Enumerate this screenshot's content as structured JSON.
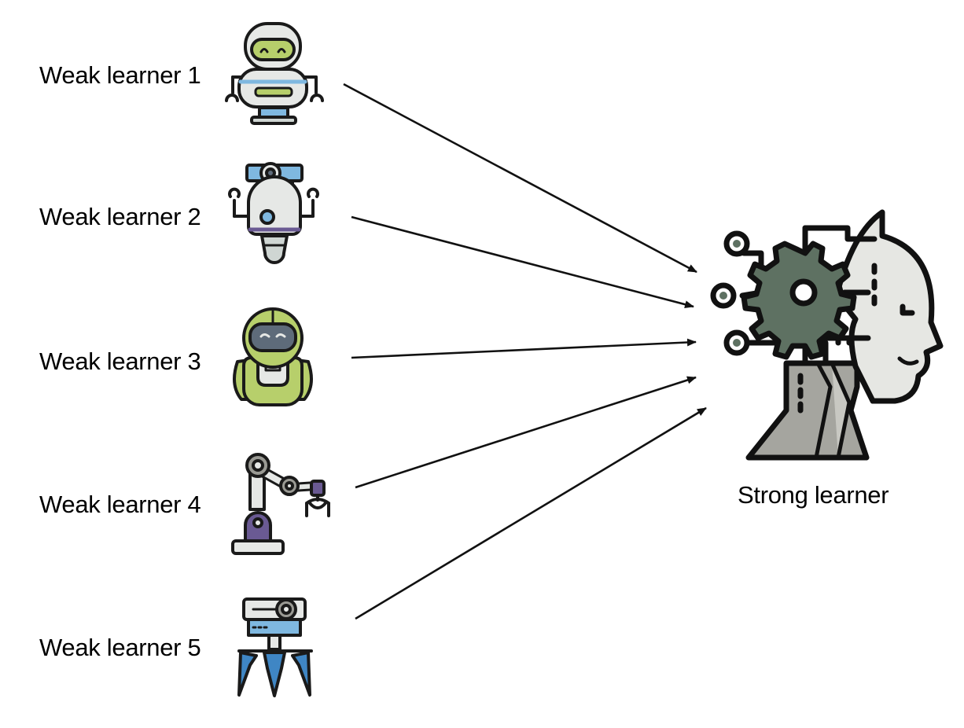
{
  "weak_learners": [
    {
      "label": "Weak learner 1",
      "icon": "robot-icon"
    },
    {
      "label": "Weak learner 2",
      "icon": "robot-eye-icon"
    },
    {
      "label": "Weak learner 3",
      "icon": "robot-round-icon"
    },
    {
      "label": "Weak learner 4",
      "icon": "robotic-arm-icon"
    },
    {
      "label": "Weak learner 5",
      "icon": "robotic-claw-icon"
    }
  ],
  "strong_learner": {
    "label": "Strong learner",
    "icon": "ai-head-gear-icon"
  },
  "colors": {
    "line": "#111111",
    "outline": "#1a1a1a",
    "light_blue": "#7fb8e0",
    "light_grey": "#e6e8e6",
    "lime": "#b7cf6b",
    "purple": "#6a5a93",
    "gear_green": "#5e7162",
    "grey": "#9a9a94"
  }
}
